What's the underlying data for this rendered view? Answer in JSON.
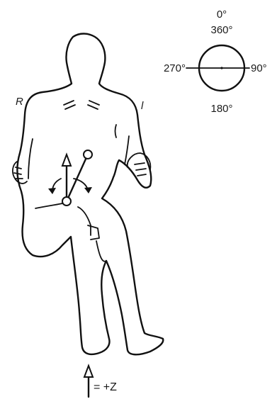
{
  "labels": {
    "deg_0": "0°",
    "deg_360": "360°",
    "deg_90": "90°",
    "deg_180": "180°",
    "deg_270": "270°",
    "side_right": "R",
    "side_left": "l",
    "axis_z": "= +Z"
  },
  "colors": {
    "line": "#111111",
    "background": "#ffffff"
  }
}
